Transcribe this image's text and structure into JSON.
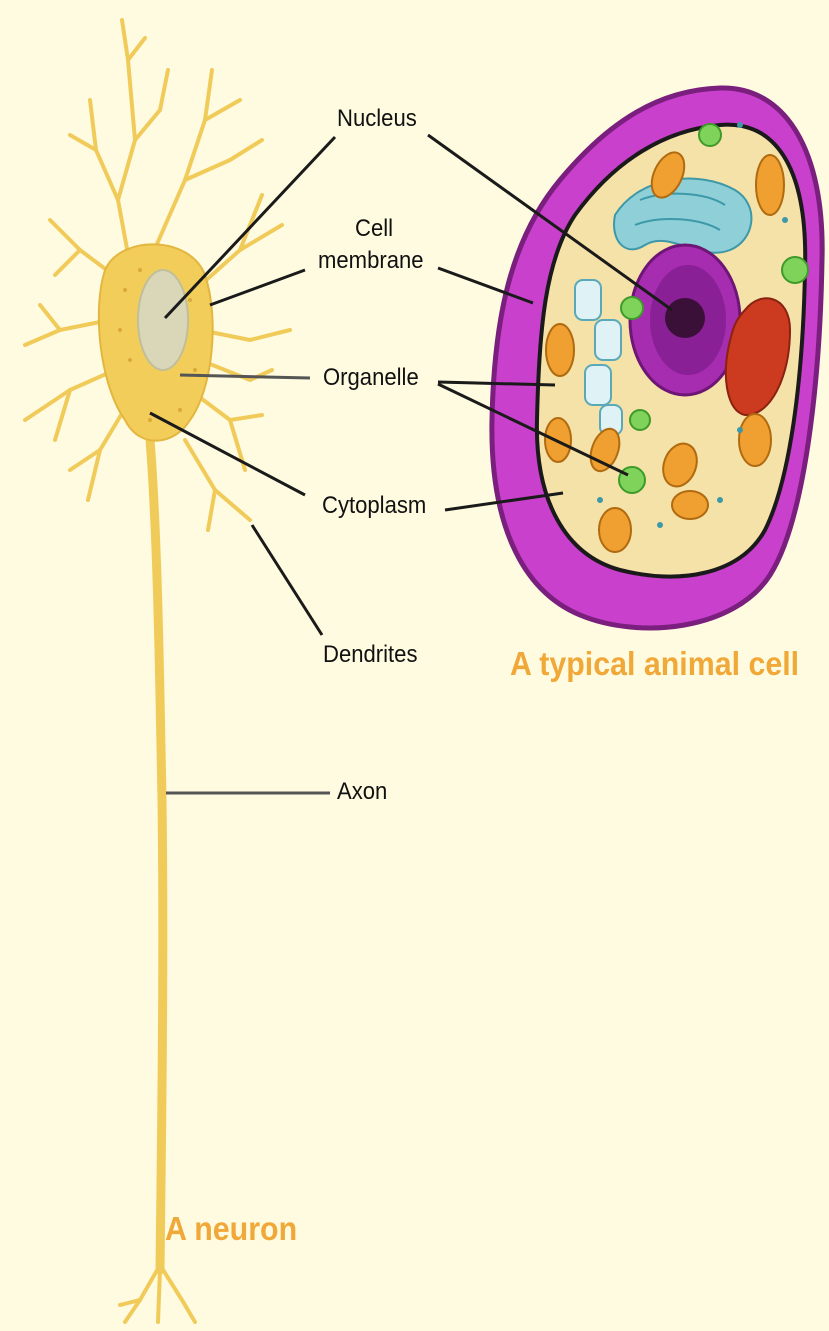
{
  "labels": {
    "nucleus": "Nucleus",
    "cell_membrane_line1": "Cell",
    "cell_membrane_line2": "membrane",
    "organelle": "Organelle",
    "cytoplasm": "Cytoplasm",
    "dendrites": "Dendrites",
    "axon": "Axon"
  },
  "captions": {
    "animal_cell": "A typical animal cell",
    "neuron": "A neuron"
  },
  "colors": {
    "background": "#fffbe0",
    "neuron_body": "#f3cd5a",
    "animal_cell_membrane": "#c83fcc",
    "cytoplasm": "#f5e2a8",
    "nucleus": "#a62cb0",
    "caption": "#f0a838",
    "leader_line": "#1a1a1a"
  }
}
